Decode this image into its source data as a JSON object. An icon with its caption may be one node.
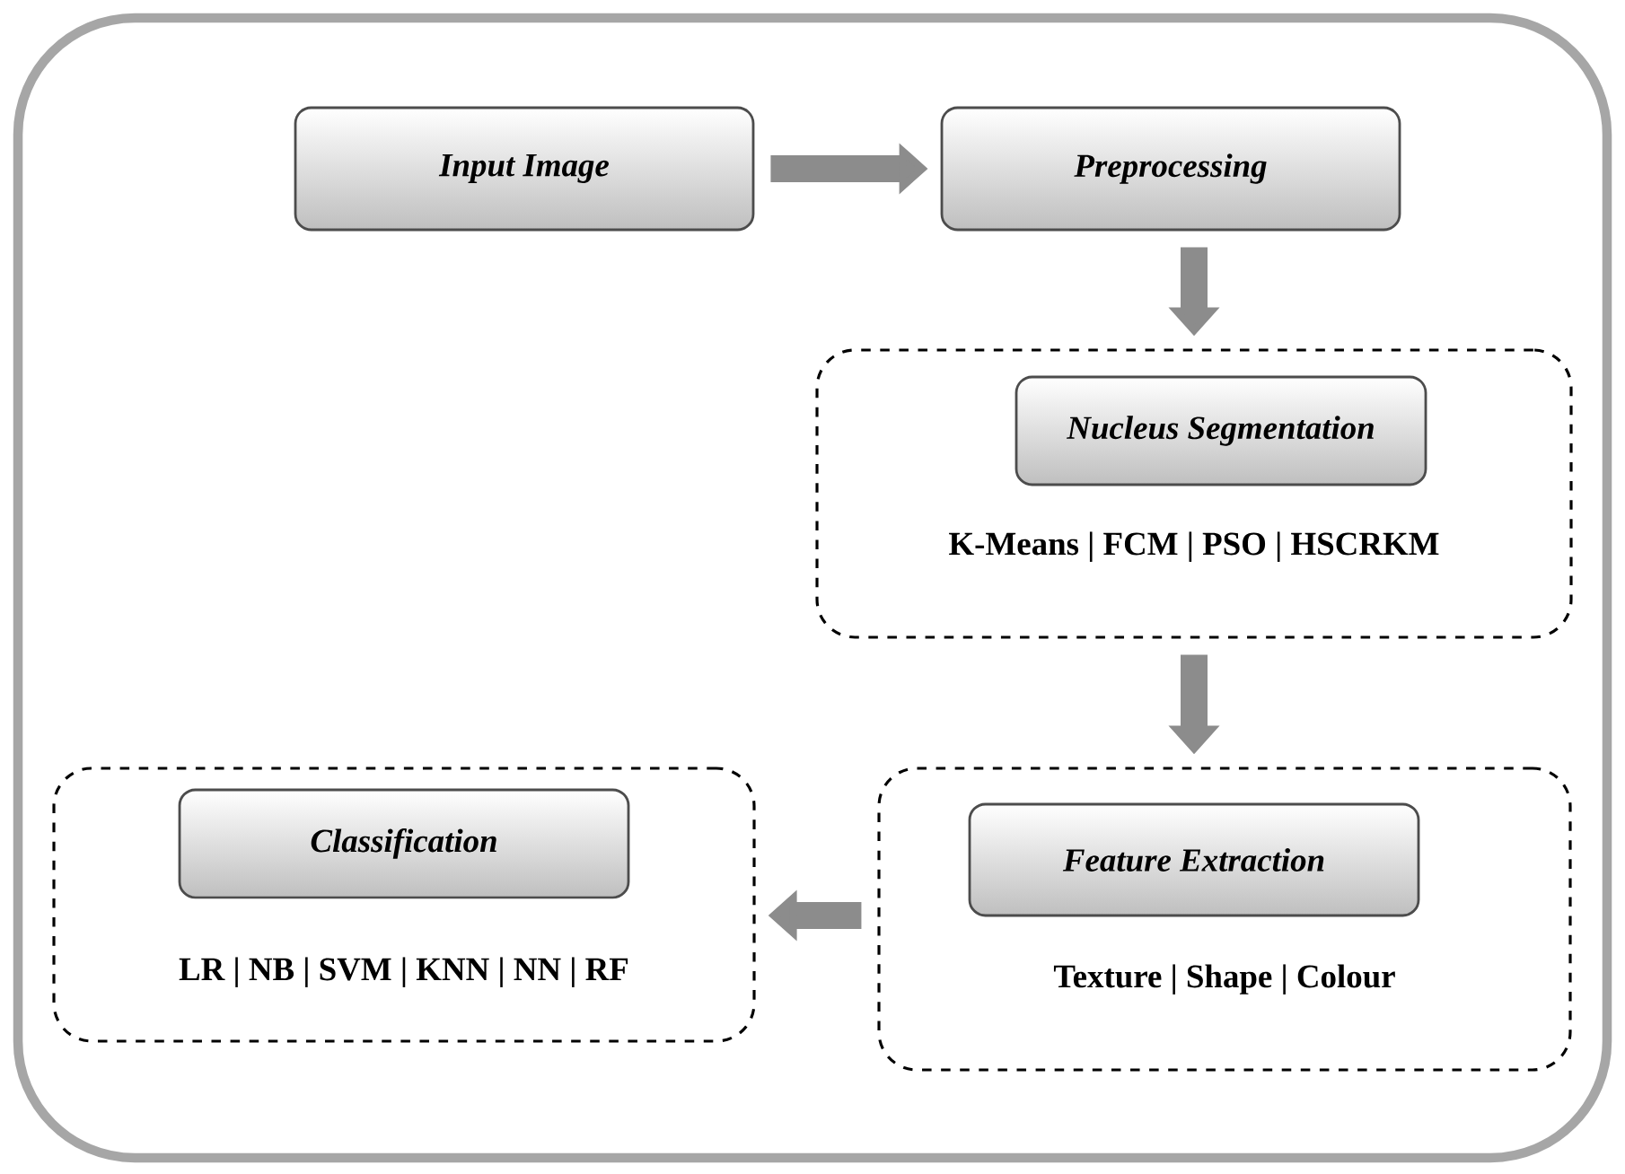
{
  "diagram": {
    "nodes": [
      {
        "text": [
          "Input Image"
        ]
      },
      {
        "text": [
          "Preprocessing"
        ]
      },
      {
        "text": [
          "K-Means | FCM | PSO | HSCRKM"
        ]
      },
      {
        "text": [
          "Nucleus Segmentation"
        ],
        "in": 2
      },
      {
        "text": [
          "Texture | Shape | Colour"
        ]
      },
      {
        "text": [
          "Feature Extraction"
        ],
        "in": 4
      },
      {
        "text": [
          "LR | NB | SVM | KNN | NN | RF"
        ]
      },
      {
        "text": [
          "Classification"
        ],
        "in": 6
      }
    ],
    "edges": [
      {
        "from": 0,
        "to": 1,
        "arrow": "to"
      },
      {
        "from": 1,
        "to": 2,
        "arrow": "to"
      },
      {
        "from": 2,
        "to": 4,
        "arrow": "to"
      },
      {
        "from": 4,
        "to": 6,
        "arrow": "to"
      }
    ]
  }
}
